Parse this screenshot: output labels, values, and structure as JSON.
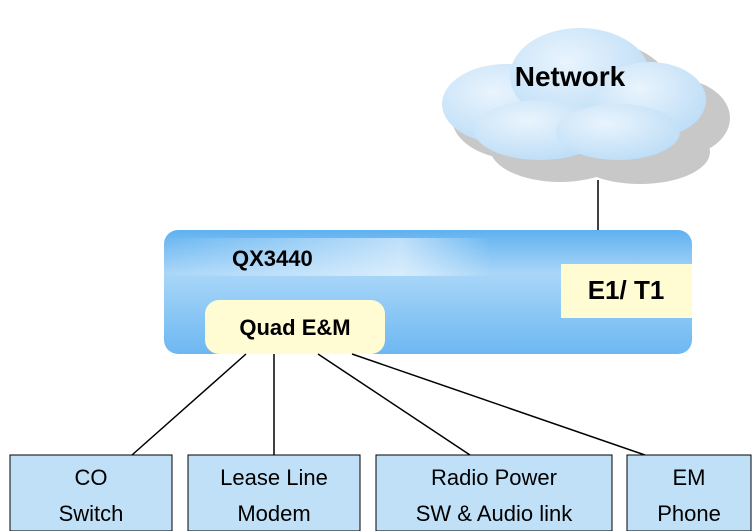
{
  "network": {
    "label": "Network",
    "color": "#cfe6fa"
  },
  "device": {
    "name": "QX3440",
    "color": "#7ec0f2",
    "ports": {
      "quad_em": "Quad E&M",
      "e1_t1": "E1/ T1"
    },
    "port_color": "#fffbd2"
  },
  "endpoints": [
    {
      "line1": "CO",
      "line2": "Switch"
    },
    {
      "line1": "Lease Line",
      "line2": "Modem"
    },
    {
      "line1": "Radio Power",
      "line2": "SW & Audio link"
    },
    {
      "line1": "EM",
      "line2": "Phone"
    }
  ],
  "endpoint_color": "#bfe0f7"
}
